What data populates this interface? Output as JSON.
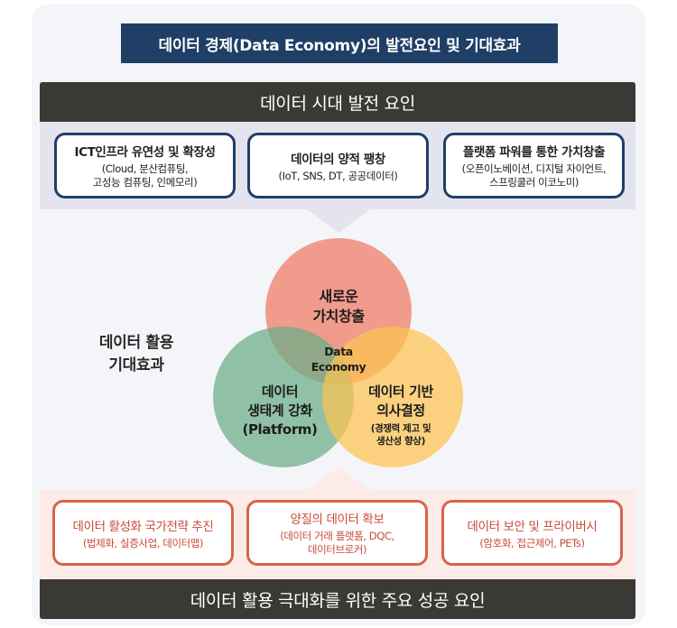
{
  "title": "데이터 경제(Data Economy)의 발전요인 및 기대효과",
  "top_header": "데이터 시대 발전 요인",
  "drivers": [
    {
      "title": "ICT인프라 유연성 및 확장성",
      "sub1": "(Cloud, 분산컴퓨팅,",
      "sub2": "고성능 컴퓨팅, 인메모리)"
    },
    {
      "title": "데이터의 양적 팽창",
      "sub1": "(IoT, SNS, DT, 공공데이터)",
      "sub2": ""
    },
    {
      "title": "플랫폼 파워를 통한 가치창출",
      "sub1": "(오픈이노베이션, 디지털 자이언트,",
      "sub2": "스프링쿨러 이코노미)"
    }
  ],
  "side_label": {
    "line1": "데이터 활용",
    "line2": "기대효과"
  },
  "venn": {
    "top": {
      "line1": "새로운",
      "line2": "가치창출",
      "color": "#ef8b78"
    },
    "left": {
      "line1": "데이터",
      "line2": "생태계 강화",
      "line3": "(Platform)",
      "color": "#6aad86"
    },
    "right": {
      "line1": "데이터 기반",
      "line2": "의사결정",
      "sub1": "(경쟁력 제고 및",
      "sub2": "생산성 향상)",
      "color": "#fdc451"
    },
    "center": {
      "line1": "Data",
      "line2": "Economy"
    }
  },
  "success_factors": [
    {
      "title": "데이터 활성화 국가전략 추진",
      "sub1": "(법제화, 실증사업, 데이터맵)",
      "sub2": ""
    },
    {
      "title": "양질의 데이터 확보",
      "sub1": "(데이터 거래 플랫폼, DQC,",
      "sub2": "데이터브로커)"
    },
    {
      "title": "데이터 보안 및 프라이버시",
      "sub1": "(암호화, 접근제어, PETs)",
      "sub2": ""
    }
  ],
  "bottom_header": "데이터 활용 극대화를 위한 주요 성공 요인",
  "colors": {
    "navy": "#1f3f66",
    "dark_bar": "#3b3935",
    "red_accent": "#d9624d"
  }
}
